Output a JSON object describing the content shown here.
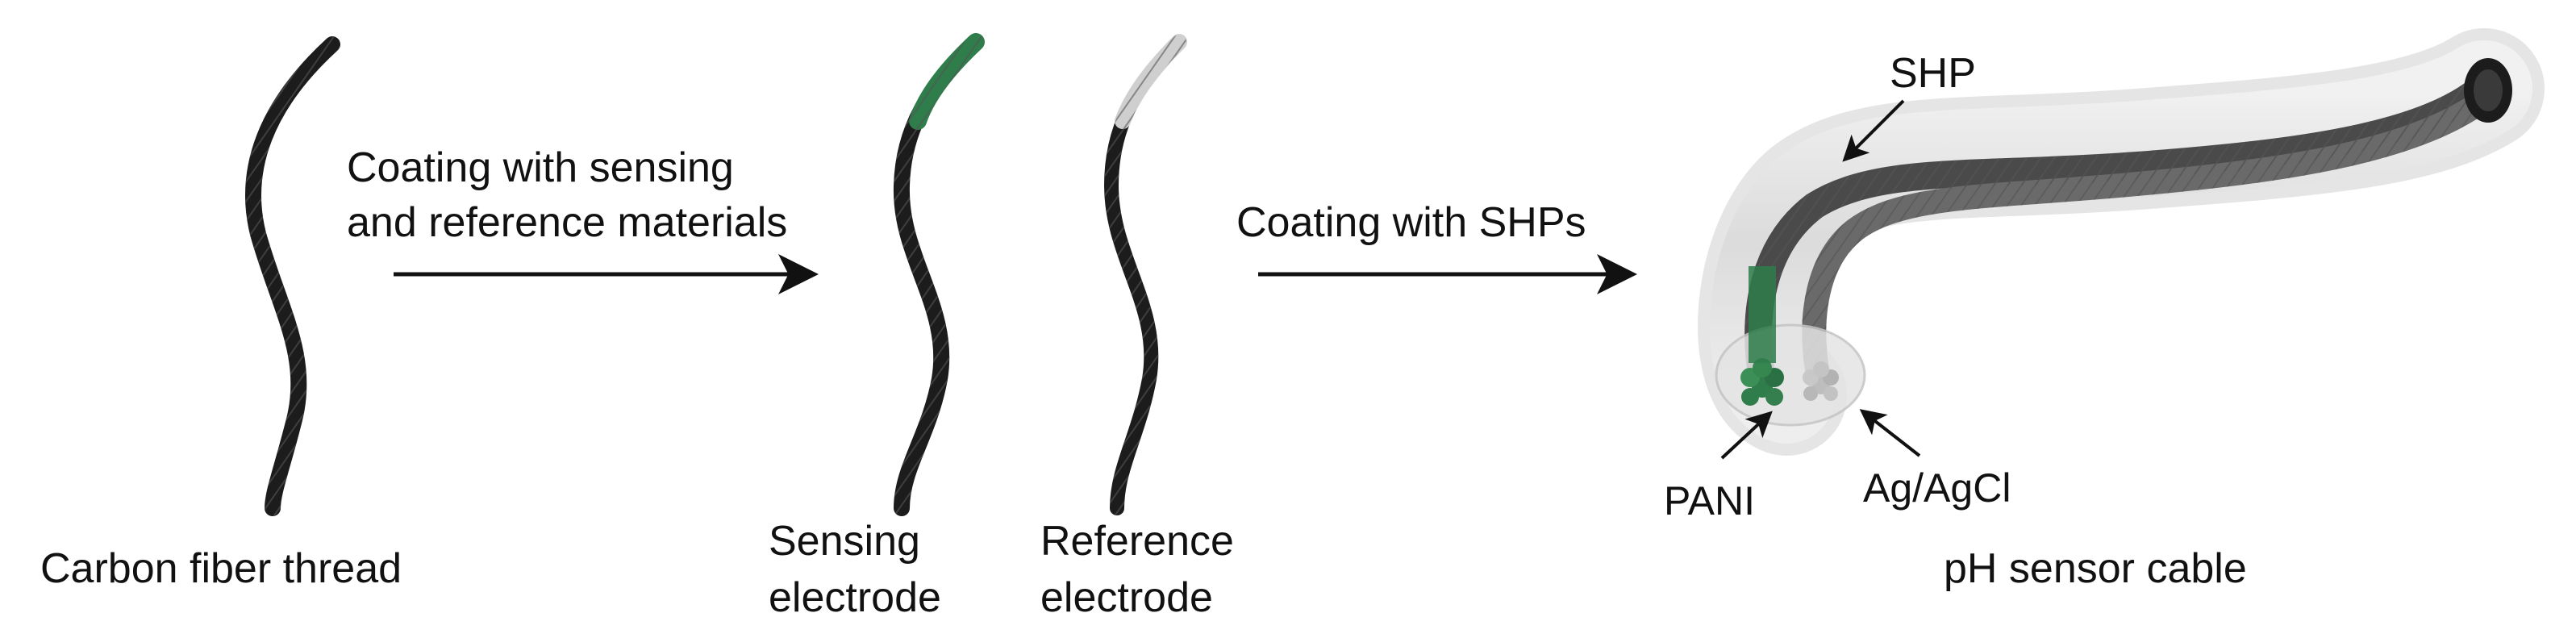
{
  "labels": {
    "carbon_fiber_thread": "Carbon fiber thread",
    "step1_line1": "Coating with sensing",
    "step1_line2": "and reference materials",
    "sensing_line1": "Sensing",
    "sensing_line2": "electrode",
    "reference_line1": "Reference",
    "reference_line2": "electrode",
    "step2": "Coating with SHPs",
    "shp": "SHP",
    "pani": "PANI",
    "agagcl": "Ag/AgCl",
    "ph_sensor_cable": "pH sensor cable"
  },
  "colors": {
    "fiber": "#1c1c1c",
    "sensing_coating": "#2e7d4a",
    "reference_coating": "#cfcfcf",
    "shp_coating": "#e6e6e6",
    "arrow": "#111111"
  }
}
